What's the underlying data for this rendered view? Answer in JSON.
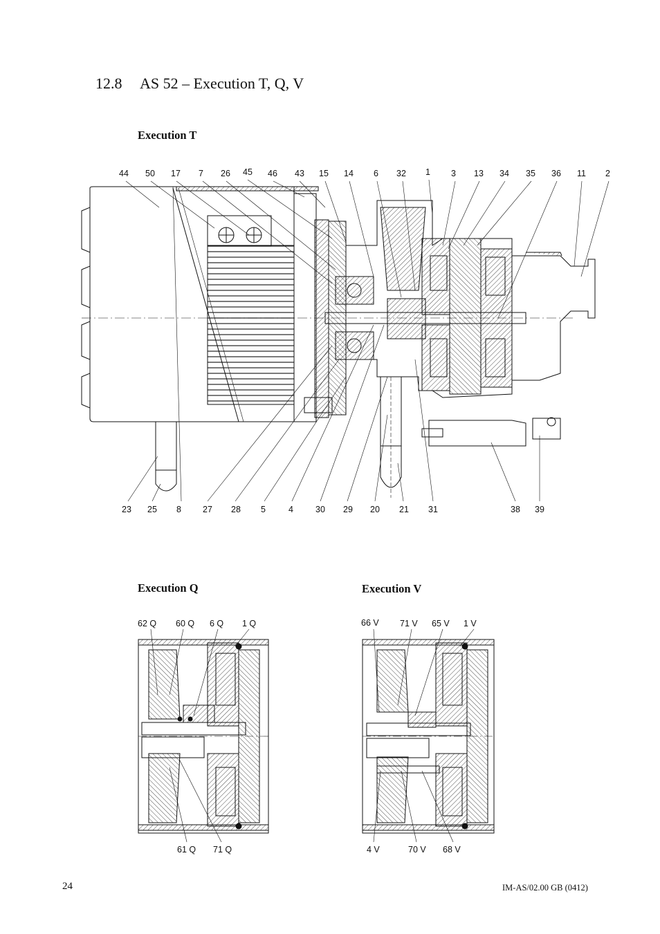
{
  "section": {
    "number": "12.8",
    "title": "AS 52 – Execution T, Q, V"
  },
  "execution_t": {
    "heading": "Execution T",
    "top_labels": [
      "44",
      "50",
      "17",
      "7",
      "26",
      "45",
      "46",
      "43",
      "15",
      "14",
      "6",
      "32",
      "1",
      "3",
      "13",
      "34",
      "35",
      "36",
      "11",
      "2"
    ],
    "bottom_labels": [
      "23",
      "25",
      "8",
      "27",
      "28",
      "5",
      "4",
      "30",
      "29",
      "20",
      "21",
      "31",
      "38",
      "39"
    ]
  },
  "execution_q": {
    "heading": "Execution Q",
    "top_labels": [
      "62 Q",
      "60 Q",
      "6 Q",
      "1 Q"
    ],
    "bottom_labels": [
      "61 Q",
      "71 Q"
    ]
  },
  "execution_v": {
    "heading": "Execution V",
    "top_labels": [
      "66 V",
      "71 V",
      "65 V",
      "1 V"
    ],
    "bottom_labels": [
      "4 V",
      "70 V",
      "68 V"
    ]
  },
  "footer": {
    "page_number": "24",
    "doc_ref": "IM-AS/02.00 GB (0412)"
  }
}
